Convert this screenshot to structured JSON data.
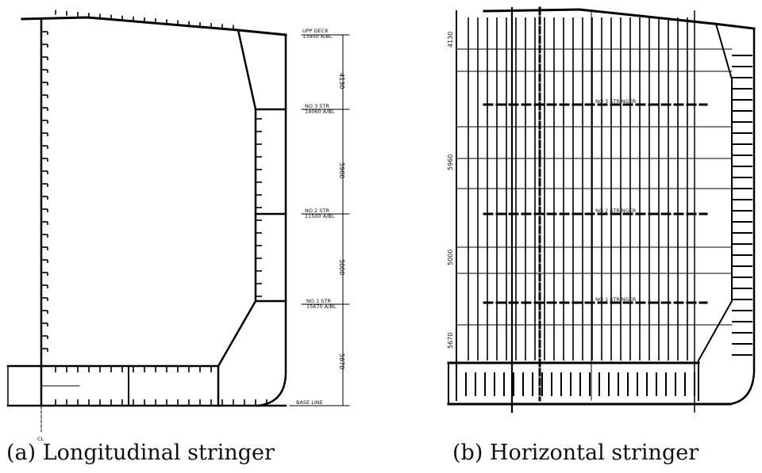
{
  "panels": {
    "a": {
      "caption": "(a) Longitudinal stringer",
      "labels": {
        "deck": "UPP DECK",
        "deck_sub": "13900 A/BL",
        "stringer_3": "NO 3 STR",
        "stringer_3_sub": "14060 A/BL",
        "stringer_2": "NO 2 STR",
        "stringer_2_sub": "11500 A/BL",
        "stringer_1": "NO 1 STR",
        "stringer_1_sub": "15670 A/BL",
        "base_line": "BASE LINE",
        "centerline": "CL"
      },
      "dimensions": [
        "4130",
        "5960",
        "5000",
        "5670"
      ]
    },
    "b": {
      "caption": "(b) Horizontal stringer",
      "labels": {
        "stringer_3": "NO 3 STRINGER",
        "stringer_2": "NO 2 STRINGER",
        "stringer_1": "NO 1 STRINGER"
      },
      "dimensions": [
        "4130",
        "5960",
        "5000",
        "5670"
      ]
    }
  },
  "colors": {
    "line": "#000000",
    "background": "#ffffff"
  }
}
